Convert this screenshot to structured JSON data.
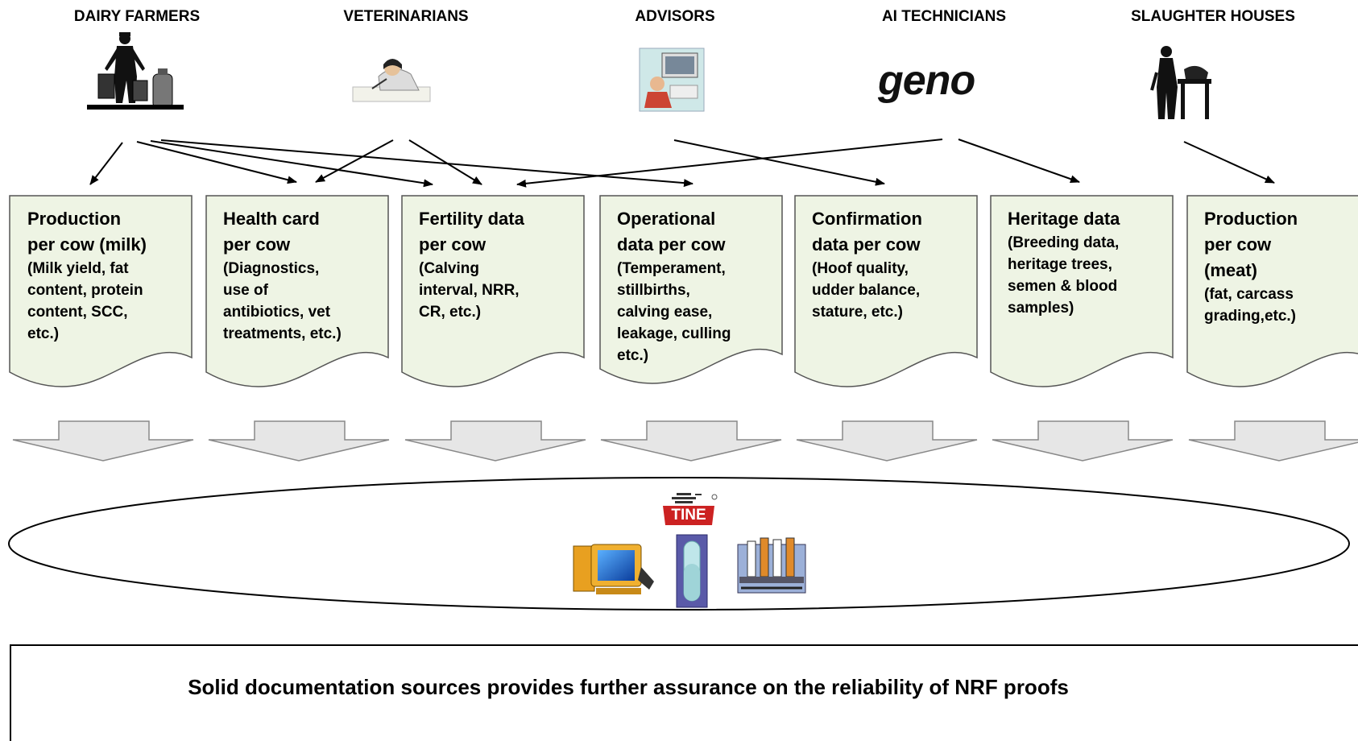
{
  "sources": [
    {
      "label": "DAIRY FARMERS"
    },
    {
      "label": "VETERINARIANS"
    },
    {
      "label": "ADVISORS"
    },
    {
      "label": "AI TECHNICIANS"
    },
    {
      "label": "SLAUGHTER HOUSES"
    }
  ],
  "geno_logo": "geno",
  "tine_logo": "TINE",
  "documents": [
    {
      "title": "Production\nper cow (milk)",
      "detail": "(Milk yield, fat\ncontent, protein\ncontent, SCC,\netc.)"
    },
    {
      "title": "Health card\nper cow",
      "detail": "(Diagnostics,\nuse of\nantibiotics, vet\ntreatments, etc.)"
    },
    {
      "title": "Fertility data\nper cow",
      "detail": "(Calving\ninterval, NRR,\nCR, etc.)"
    },
    {
      "title": "Operational\ndata per cow",
      "detail": "(Temperament,\nstillbirths,\ncalving ease,\nleakage, culling\netc.)"
    },
    {
      "title": "Confirmation\ndata per cow",
      "detail": "(Hoof quality,\nudder balance,\nstature, etc.)"
    },
    {
      "title": "Heritage data",
      "detail": "(Breeding data,\nheritage trees,\nsemen & blood\nsamples)"
    },
    {
      "title": "Production\nper cow\n(meat)",
      "detail": "(fat, carcass\ngrading,etc.)"
    }
  ],
  "conclusion": "Solid documentation sources provides further assurance on the reliability of NRF proofs",
  "colors": {
    "doc_fill": "#eef4e4",
    "arrow_fill": "#e6e6e6",
    "tine_red": "#cc2222"
  }
}
